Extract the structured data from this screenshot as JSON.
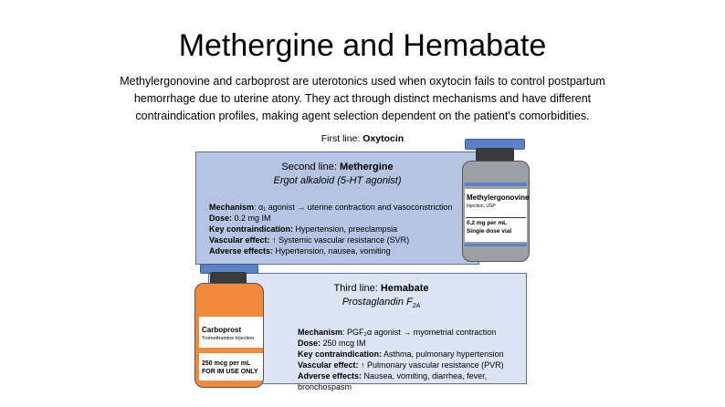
{
  "title": "Methergine and Hemabate",
  "intro": "Methylergonovine and carboprost are uterotonics used when oxytocin fails to control postpartum hemorrhage due to uterine atony. They act through distinct mechanisms and have different contraindication profiles, making agent selection dependent on the patient's comorbidities.",
  "first_line": {
    "label": "First line: ",
    "agent": "Oxytocin"
  },
  "methergine": {
    "line_label": "Second line: ",
    "agent": "Methergine",
    "class": "Ergot alkaloid (5-HT agonist)",
    "rows": [
      {
        "label": "Mechanism",
        "value": ": α₁ agonist → uterine contraction and vasoconstriction"
      },
      {
        "label": "Dose:",
        "value": " 0.2 mg IM"
      },
      {
        "label": "Key contraindication:",
        "value": " Hypertension, preeclampsia"
      },
      {
        "label": "Vascular effect:",
        "value": " ↑ Systemic vascular  resistance (SVR)"
      },
      {
        "label": "Adverse effects:",
        "value": " Hypertension, nausea, vomiting"
      }
    ],
    "vial": {
      "name": "Methylergonovine",
      "sub": "Injection, USP",
      "dose": "0.2 mg per mL",
      "use": "Single dose vial"
    }
  },
  "hemabate": {
    "line_label": "Third line: ",
    "agent": "Hemabate",
    "class": "Prostaglandin F",
    "class_sub": "2A",
    "rows": [
      {
        "label": "Mechanism",
        "value": ": PGF₂α agonist → myometrial contraction"
      },
      {
        "label": "Dose:",
        "value": " 250 mcg IM"
      },
      {
        "label": "Key contraindication:",
        "value": " Asthma, pulmonary hypertension"
      },
      {
        "label": "Vascular effect:",
        "value": " ↑ Pulmonary vascular resistance (PVR)"
      },
      {
        "label": "Adverse effects:",
        "value": " Nausea, vomiting, diarrhea, fever, bronchospasm"
      }
    ],
    "vial": {
      "name": "Carboprost",
      "sub": "Tromethamine Injection",
      "dose": "250 mcg per mL",
      "use": "FOR IM USE ONLY"
    }
  }
}
